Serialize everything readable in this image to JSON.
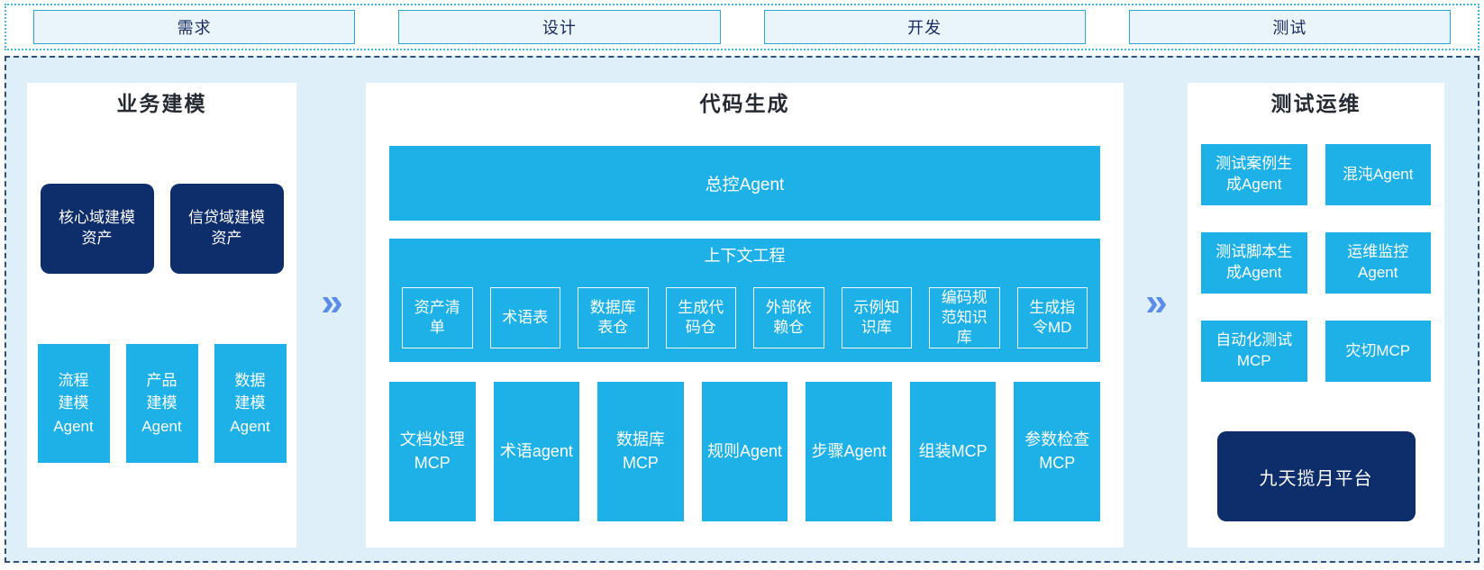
{
  "phases": [
    {
      "label": "需求"
    },
    {
      "label": "设计"
    },
    {
      "label": "开发"
    },
    {
      "label": "测试"
    }
  ],
  "icons": {
    "flow_arrow": "»"
  },
  "colors": {
    "cyan": "#1eb1e8",
    "navy": "#0e2d6b",
    "container_bg": "#dfeffa",
    "container_border": "#30507e",
    "strip_border": "#45b7dd",
    "phase_box_bg": "#eaf5fb",
    "phase_box_border": "#2ea6d8",
    "arrow": "#5b8ce9"
  },
  "sections": {
    "business_modeling": {
      "title": "业务建模",
      "assets": [
        "核心域建模\n资产",
        "信贷域建模\n资产"
      ],
      "agents": [
        "流程\n建模\nAgent",
        "产品\n建模\nAgent",
        "数据\n建模\nAgent"
      ]
    },
    "code_generation": {
      "title": "代码生成",
      "master_agent": "总控Agent",
      "context_engineering": {
        "title": "上下文工程",
        "items": [
          "资产清\n单",
          "术语表",
          "数据库\n表仓",
          "生成代\n码仓",
          "外部依\n赖仓",
          "示例知\n识库",
          "编码规\n范知识\n库",
          "生成指\n令MD"
        ]
      },
      "tools": [
        "文档处理\nMCP",
        "术语agent",
        "数据库\nMCP",
        "规则Agent",
        "步骤Agent",
        "组装MCP",
        "参数检查\nMCP"
      ]
    },
    "test_ops": {
      "title": "测试运维",
      "agents": [
        "测试案例生\n成Agent",
        "混沌Agent",
        "测试脚本生\n成Agent",
        "运维监控\nAgent",
        "自动化测试\nMCP",
        "灾切MCP"
      ],
      "platform": "九天揽月平台"
    }
  }
}
